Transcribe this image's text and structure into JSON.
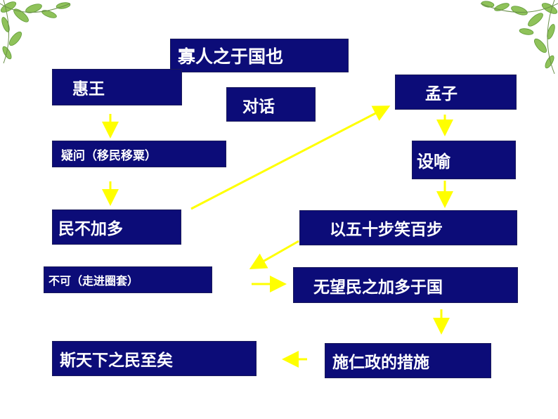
{
  "diagram": {
    "title": "寡人之于国也",
    "left_chain": {
      "node1": "惠王",
      "node2": "疑问（移民移粟）",
      "node3": "民不加多"
    },
    "center_label": "对话",
    "right_chain": {
      "node1": "孟子",
      "node2": "设喻",
      "node3": "以五十步笑百步"
    },
    "row4": {
      "left": "不可（走进圈套）",
      "right": "无望民之加多于国"
    },
    "row5": {
      "right": "施仁政的措施",
      "left": "斯天下之民至矣"
    }
  },
  "colors": {
    "box_fill": "#0c0c78",
    "box_text": "#ffffff",
    "arrow": "#ffff00",
    "leaf": "#8fc25a"
  },
  "decorations": [
    "leaf-branch-top-left",
    "leaf-branch-top-right"
  ]
}
